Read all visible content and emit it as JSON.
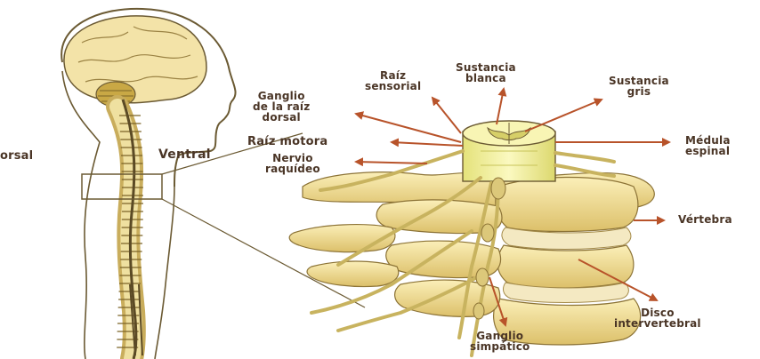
{
  "labels": {
    "dorsal": "orsal",
    "ventral": "Ventral",
    "raiz_sensorial": [
      "Raíz",
      "sensorial"
    ],
    "sustancia_blanca": [
      "Sustancia",
      "blanca"
    ],
    "sustancia_gris": [
      "Sustancia",
      "gris"
    ],
    "ganglio_raiz_dorsal": [
      "Ganglio",
      "de la raíz",
      "dorsal"
    ],
    "raiz_motora": "Raíz motora",
    "nervio_raquideo": [
      "Nervio",
      "raquídeo"
    ],
    "medula_espinal": [
      "Médula",
      "espinal"
    ],
    "vertebra": "Vértebra",
    "disco_intervertebral": [
      "Disco",
      "intervertebral"
    ],
    "ganglio_simpatico": [
      "Ganglio",
      "simpático"
    ]
  },
  "colors": {
    "outline": "#6b5a33",
    "bone": "#f0dc8e",
    "bone_shade": "#d9c06a",
    "cord": "#f6f3a6",
    "cord_shade": "#d8d66c",
    "nerve": "#d6c57a",
    "arrow": "#b8532a",
    "text": "#4a3526"
  }
}
